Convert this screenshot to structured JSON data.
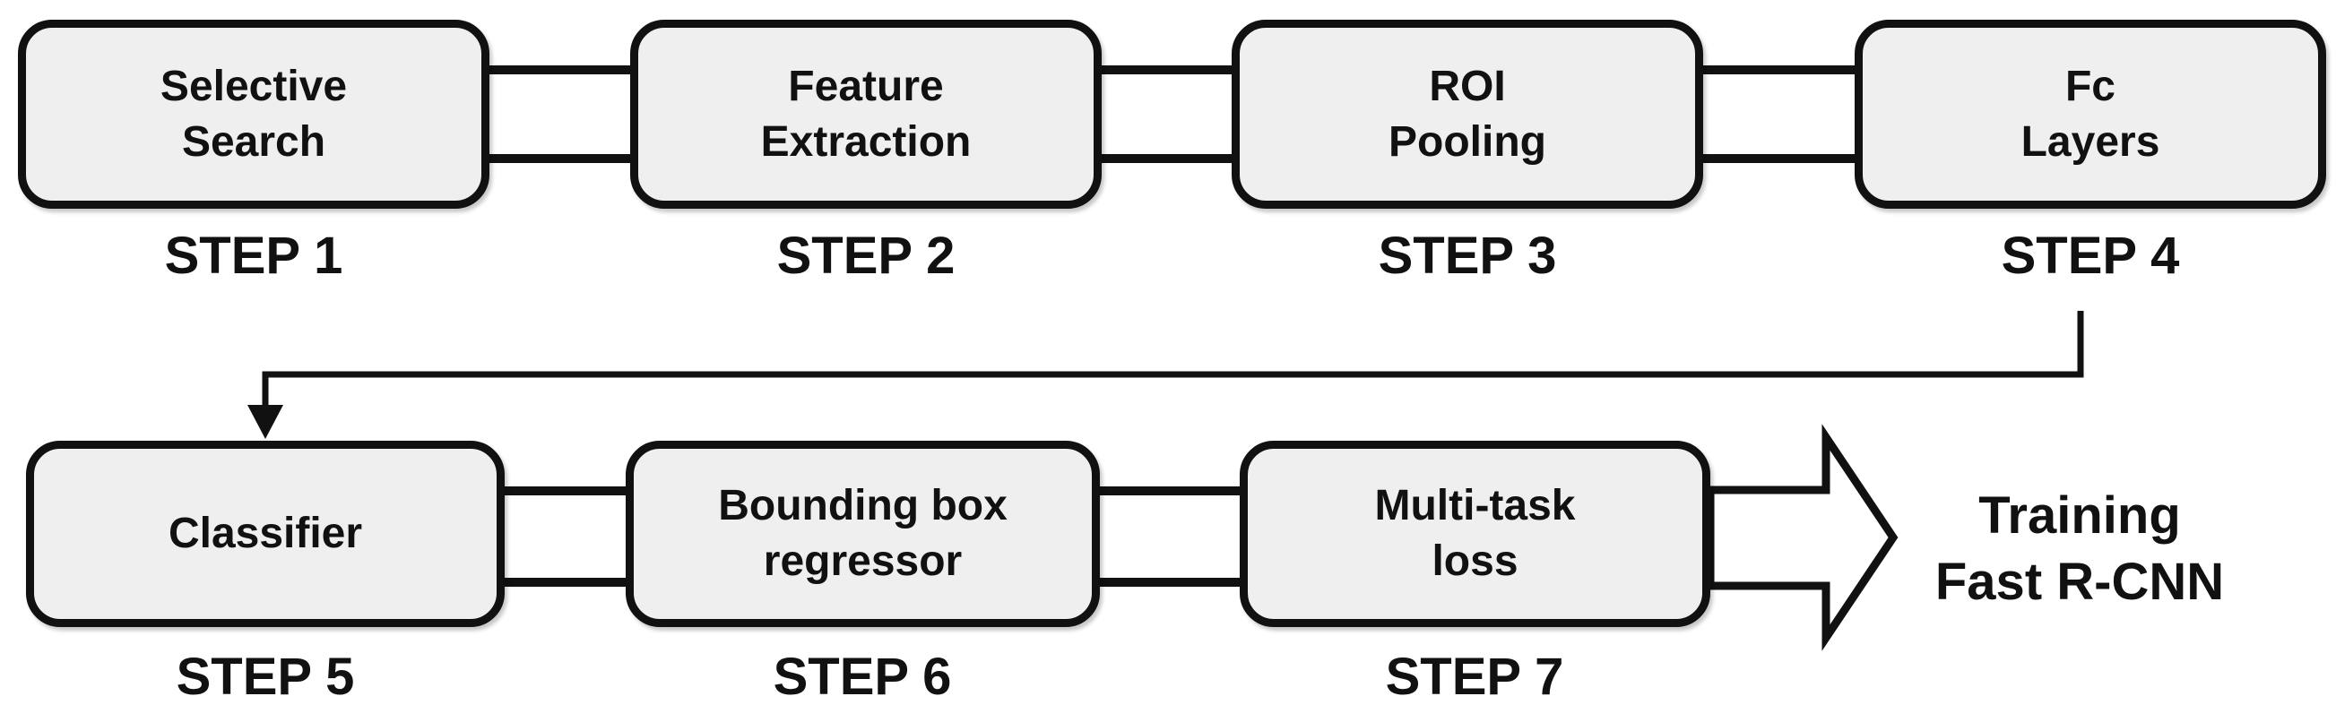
{
  "steps": [
    {
      "title": "Selective\nSearch",
      "step_label": "STEP 1"
    },
    {
      "title": "Feature\nExtraction",
      "step_label": "STEP 2"
    },
    {
      "title": "ROI\nPooling",
      "step_label": "STEP 3"
    },
    {
      "title": "Fc\nLayers",
      "step_label": "STEP 4"
    },
    {
      "title": "Classifier",
      "step_label": "STEP 5"
    },
    {
      "title": "Bounding box\nregressor",
      "step_label": "STEP 6"
    },
    {
      "title": "Multi-task\nloss",
      "step_label": "STEP 7"
    }
  ],
  "output": {
    "label": "Training\nFast R-CNN"
  },
  "icons": {
    "feedback_arrow": "elbow-arrow-step4-to-step5",
    "output_arrow": "block-arrow-right"
  },
  "colors": {
    "background": "#ffffff",
    "node_fill": "#efefef",
    "line": "#111111",
    "text": "#111111"
  }
}
